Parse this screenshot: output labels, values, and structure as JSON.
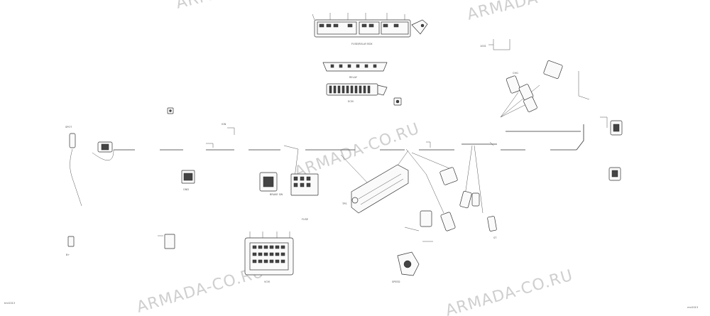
{
  "watermark": "ARMADA-CO.RU",
  "footer": {
    "left_code": "tmr2013",
    "right_code": "rmr2013"
  },
  "labels": {
    "top_box_caption": "FUSE/RELAY BOX",
    "relay_box_caption": "RELAY",
    "ecm_caption": "ECM",
    "box_1001": "1001",
    "c_left": "SPOT",
    "c_ground": "GND",
    "c_brake": "BRAKE SW",
    "c_bottom_left": "B+",
    "c_block_left": "FUSE",
    "c_right_pair": "ST",
    "c_right_top": "CHG",
    "c_bottom_center": "VCM",
    "c_lower": "SPEED",
    "sensor_mid": "TPS",
    "ign": "IGN"
  },
  "colors": {
    "line": "#333333",
    "watermark": "#cfcfcf"
  }
}
